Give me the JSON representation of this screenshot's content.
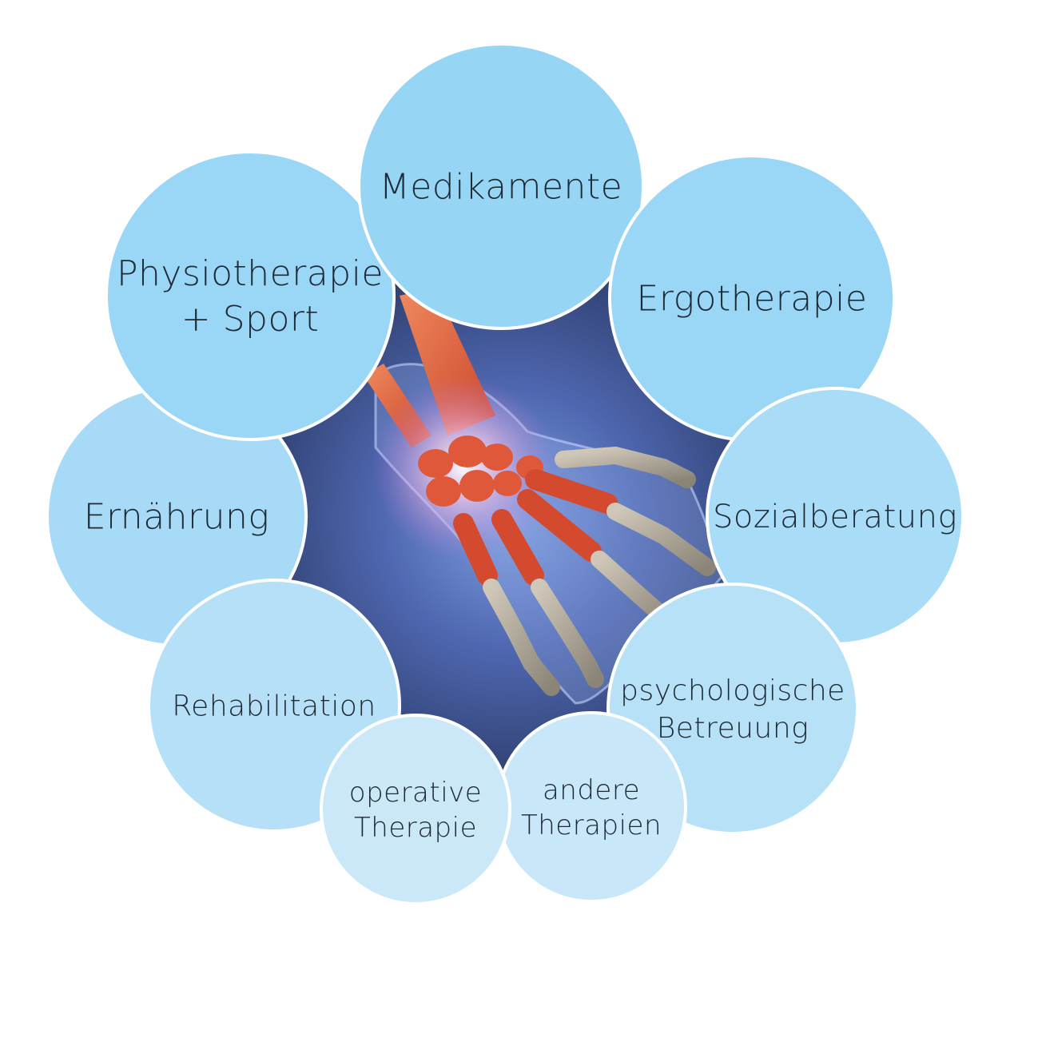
{
  "colors": {
    "background": "#ffffff",
    "bubble_outline": "#ffffff",
    "center_dark": "#2b3a66",
    "center_glow": "#5b78c6",
    "text": "#1e2a36"
  },
  "center": {
    "illustration": "wrist-skeleton-inflammation-illustration"
  },
  "bubbles": [
    {
      "id": "medikamente",
      "lines": [
        "Medikamente"
      ],
      "color": "#96d5f4"
    },
    {
      "id": "physiotherapie",
      "lines": [
        "Physiotherapie",
        "+ Sport"
      ],
      "color": "#9ad6f5"
    },
    {
      "id": "ergotherapie",
      "lines": [
        "Ergotherapie"
      ],
      "color": "#9ad6f5"
    },
    {
      "id": "ernaehrung",
      "lines": [
        "Ernährung"
      ],
      "color": "#a6daf6"
    },
    {
      "id": "sozialberatung",
      "lines": [
        "Sozialberatung"
      ],
      "color": "#a9dcf6"
    },
    {
      "id": "rehabilitation",
      "lines": [
        "Rehabilitation"
      ],
      "color": "#b5e0f7"
    },
    {
      "id": "psychologische-betreuung",
      "lines": [
        "psychologische",
        "Betreuung"
      ],
      "color": "#b7e1f7"
    },
    {
      "id": "operative-therapie",
      "lines": [
        "operative",
        "Therapie"
      ],
      "color": "#cbe8f9"
    },
    {
      "id": "andere-therapien",
      "lines": [
        "andere",
        "Therapien"
      ],
      "color": "#c8e7f9"
    }
  ]
}
